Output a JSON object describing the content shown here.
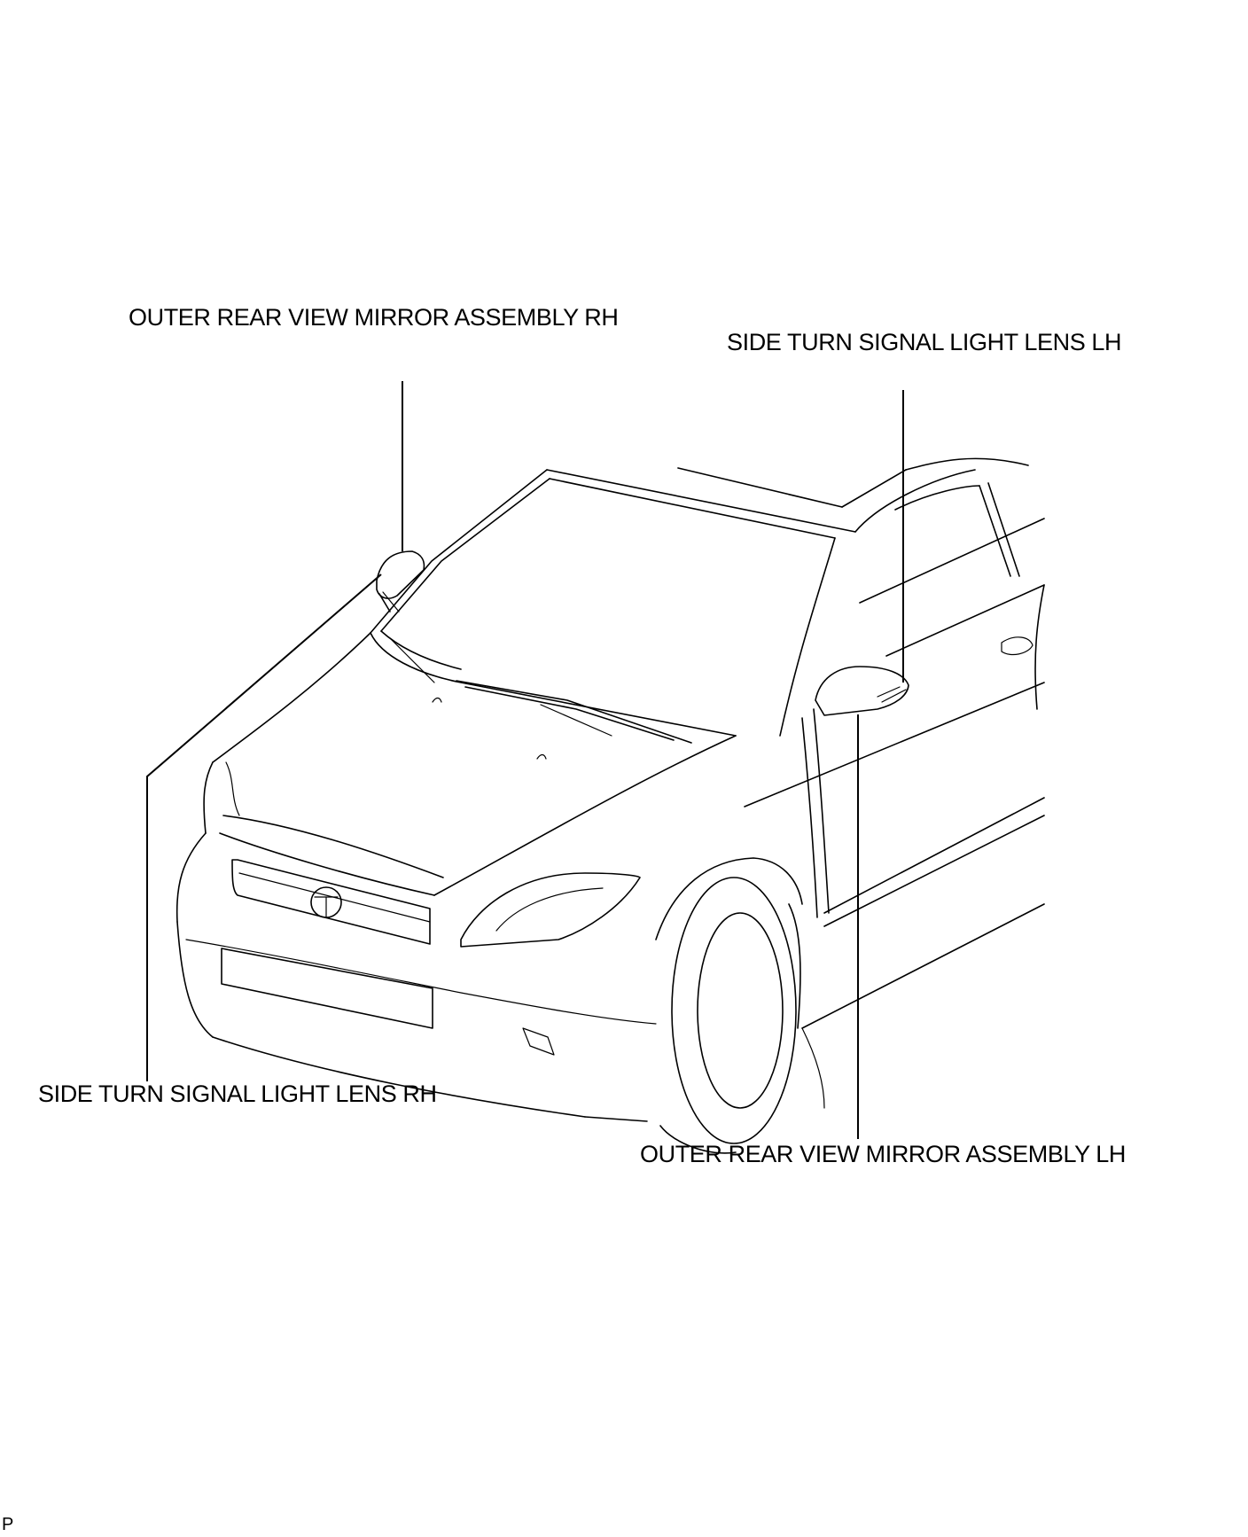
{
  "labels": {
    "outer_mirror_rh": "OUTER REAR VIEW MIRROR ASSEMBLY RH",
    "side_signal_lh": "SIDE TURN SIGNAL LIGHT LENS LH",
    "side_signal_rh": "SIDE TURN SIGNAL LIGHT LENS RH",
    "outer_mirror_lh": "OUTER REAR VIEW MIRROR ASSEMBLY LH"
  },
  "corner_mark": "P"
}
